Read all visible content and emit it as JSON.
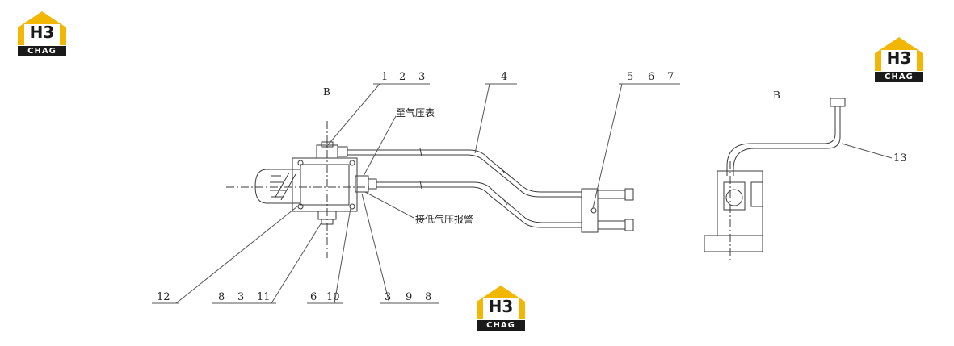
{
  "logos": [
    {
      "mark": "H3",
      "band": "CHAG"
    },
    {
      "mark": "H3",
      "band": "CHAG"
    },
    {
      "mark": "H3",
      "band": "CHAG"
    }
  ],
  "view_labels": {
    "left": "B",
    "right": "B"
  },
  "annotations": {
    "to_gauge": "至气压表",
    "to_alarm": "接低气压报警"
  },
  "callouts": {
    "top_a": [
      "1",
      "2",
      "3"
    ],
    "top_b": "4",
    "top_c": [
      "5",
      "6",
      "7"
    ],
    "right": "13",
    "bottom_a": "12",
    "bottom_b": [
      "8",
      "3",
      "11"
    ],
    "bottom_c": [
      "6",
      "10"
    ],
    "bottom_d": [
      "3",
      "9",
      "8"
    ]
  },
  "colors": {
    "line": "#3a3a3a",
    "logo_yellow": "#f2b705",
    "logo_dark": "#1a1a1a"
  }
}
